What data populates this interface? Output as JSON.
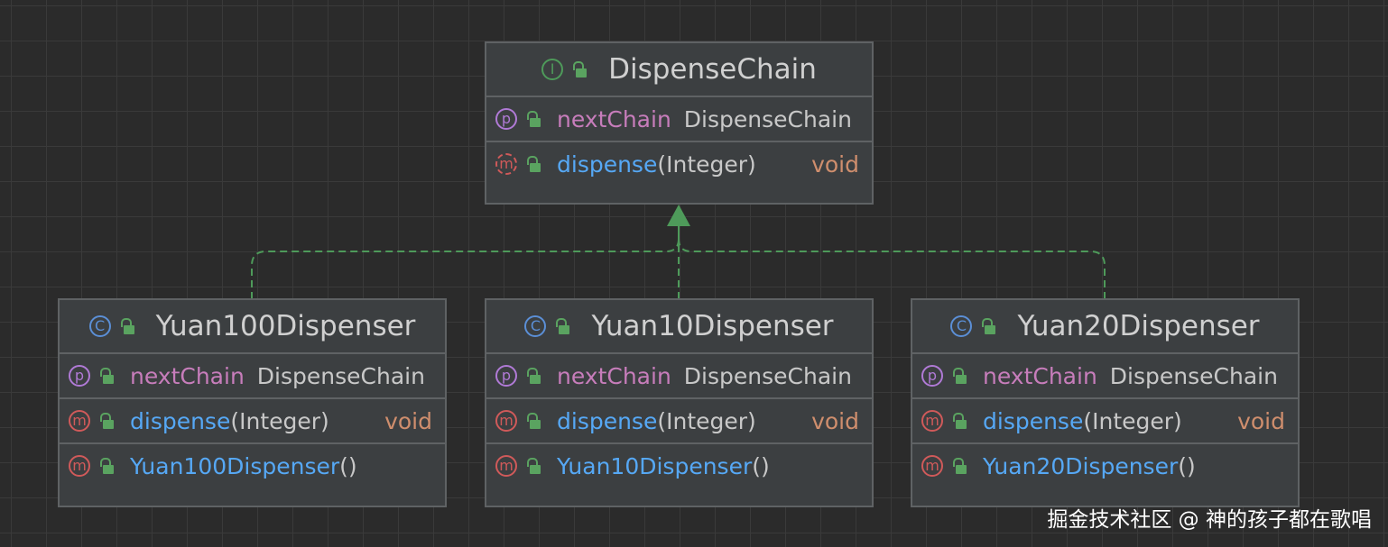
{
  "interface_box": {
    "title": "DispenseChain",
    "kind_icon": "I",
    "property": {
      "icon": "p",
      "name": "nextChain",
      "type": "DispenseChain"
    },
    "method": {
      "icon": "m",
      "name": "dispense",
      "params": "(Integer)",
      "return_type": "void"
    }
  },
  "classes": [
    {
      "title": "Yuan100Dispenser",
      "kind_icon": "C",
      "property": {
        "icon": "p",
        "name": "nextChain",
        "type": "DispenseChain"
      },
      "method": {
        "icon": "m",
        "name": "dispense",
        "params": "(Integer)",
        "return_type": "void"
      },
      "constructor": {
        "icon": "m",
        "name": "Yuan100Dispenser",
        "params": "()"
      }
    },
    {
      "title": "Yuan10Dispenser",
      "kind_icon": "C",
      "property": {
        "icon": "p",
        "name": "nextChain",
        "type": "DispenseChain"
      },
      "method": {
        "icon": "m",
        "name": "dispense",
        "params": "(Integer)",
        "return_type": "void"
      },
      "constructor": {
        "icon": "m",
        "name": "Yuan10Dispenser",
        "params": "()"
      }
    },
    {
      "title": "Yuan20Dispenser",
      "kind_icon": "C",
      "property": {
        "icon": "p",
        "name": "nextChain",
        "type": "DispenseChain"
      },
      "method": {
        "icon": "m",
        "name": "dispense",
        "params": "(Integer)",
        "return_type": "void"
      },
      "constructor": {
        "icon": "m",
        "name": "Yuan20Dispenser",
        "params": "()"
      }
    }
  ],
  "icons": {
    "interface": "interface-icon",
    "class": "class-icon",
    "property": "property-icon",
    "method": "method-icon",
    "visibility": "lock-icon"
  },
  "colors": {
    "background": "#2b2b2b",
    "box": "#3c3f41",
    "property_name": "#c77dbb",
    "method_name": "#56a8f5",
    "return_type": "#cf8e6d",
    "connector": "#4e9a5a"
  },
  "watermark": "掘金技术社区 @ 神的孩子都在歌唱"
}
